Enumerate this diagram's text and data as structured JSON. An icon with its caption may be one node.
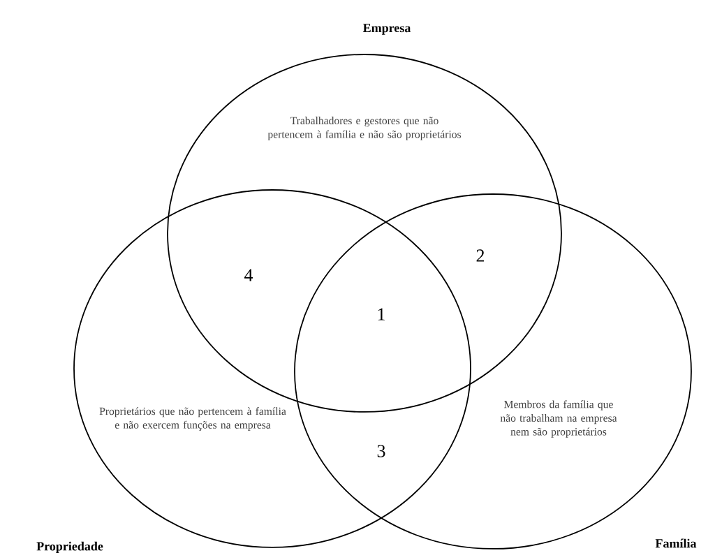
{
  "diagram": {
    "nodes": [
      {
        "text": [
          "Empresa",
          "Trabalhadores e gestores que não pertencem à família e não são proprietários"
        ]
      },
      {
        "text": [
          "Proprietários que não pertencem à família e não exercem funções na empresa",
          "Propriedade"
        ]
      },
      {
        "text": [
          "Membros da família que não trabalham na empresa nem são proprietários",
          "Família"
        ]
      }
    ],
    "labels": [
      "4",
      "2",
      "1",
      "3"
    ]
  }
}
